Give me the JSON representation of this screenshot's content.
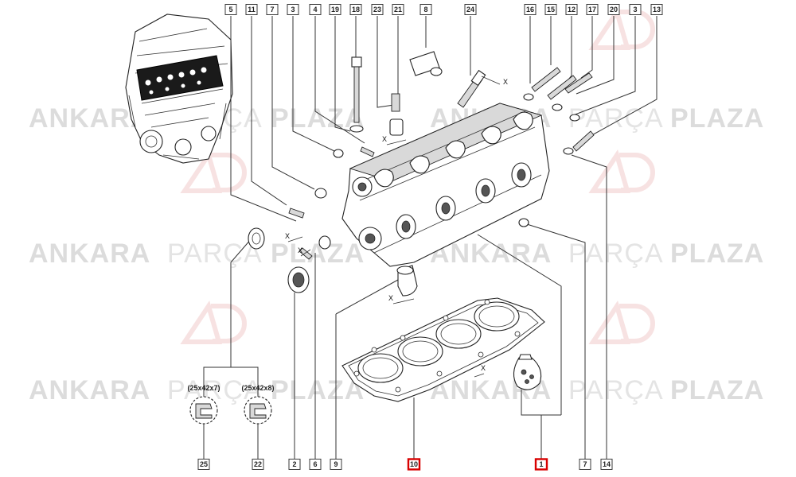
{
  "watermark": {
    "word_bold_1": "ANKARA",
    "word_light": "PARÇA",
    "word_bold_2": "PLAZA",
    "logo_text": "AP"
  },
  "callouts_top": [
    "5",
    "11",
    "7",
    "3",
    "4",
    "19",
    "18",
    "23",
    "21",
    "8",
    "24",
    "16",
    "15",
    "12",
    "17",
    "20",
    "3",
    "13"
  ],
  "callouts_bottom": [
    "25",
    "22",
    "2",
    "6",
    "9",
    "10",
    "1",
    "7",
    "14"
  ],
  "highlighted": [
    "10",
    "1"
  ],
  "seal_sizes": [
    "(25x42x7)",
    "(25x42x8)"
  ],
  "dimension_marker": "X",
  "colors": {
    "highlight": "#d80000",
    "ink": "#222222",
    "watermark": "#dcdcdc"
  }
}
